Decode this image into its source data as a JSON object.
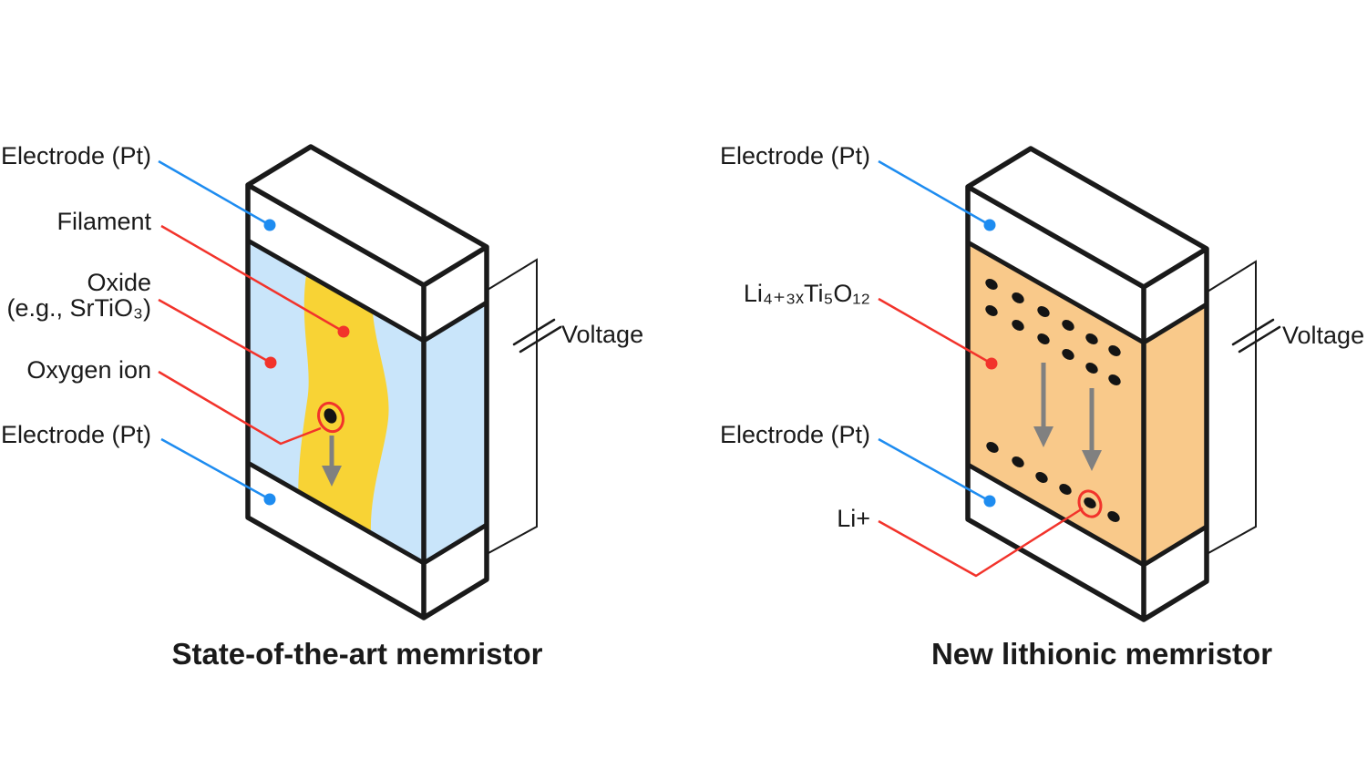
{
  "title": "Memristor comparison diagram",
  "colors": {
    "background": "#ffffff",
    "outline": "#1a1a1a",
    "electrode_white": "#ffffff",
    "oxide_blue": "#c9e5fa",
    "filament_yellow": "#f8d335",
    "lto_orange": "#f9c98a",
    "label_blue": "#1e8cf0",
    "label_red": "#f2332b",
    "arrow_gray": "#808080",
    "ion_black": "#141414"
  },
  "left_device": {
    "caption": "State-of-the-art memristor",
    "labels": {
      "electrode_top": "Electrode (Pt)",
      "filament": "Filament",
      "oxide_line1": "Oxide",
      "oxide_line2": "(e.g., SrTiO₃)",
      "oxygen_ion": "Oxygen ion",
      "electrode_bottom": "Electrode (Pt)"
    },
    "voltage_label": "Voltage"
  },
  "right_device": {
    "caption": "New lithionic memristor",
    "labels": {
      "electrode_top": "Electrode (Pt)",
      "material": "Li₄₊₃ₓTi₅O₁₂",
      "electrode_bottom": "Electrode (Pt)",
      "lithium_ion": "Li+"
    },
    "voltage_label": "Voltage"
  }
}
